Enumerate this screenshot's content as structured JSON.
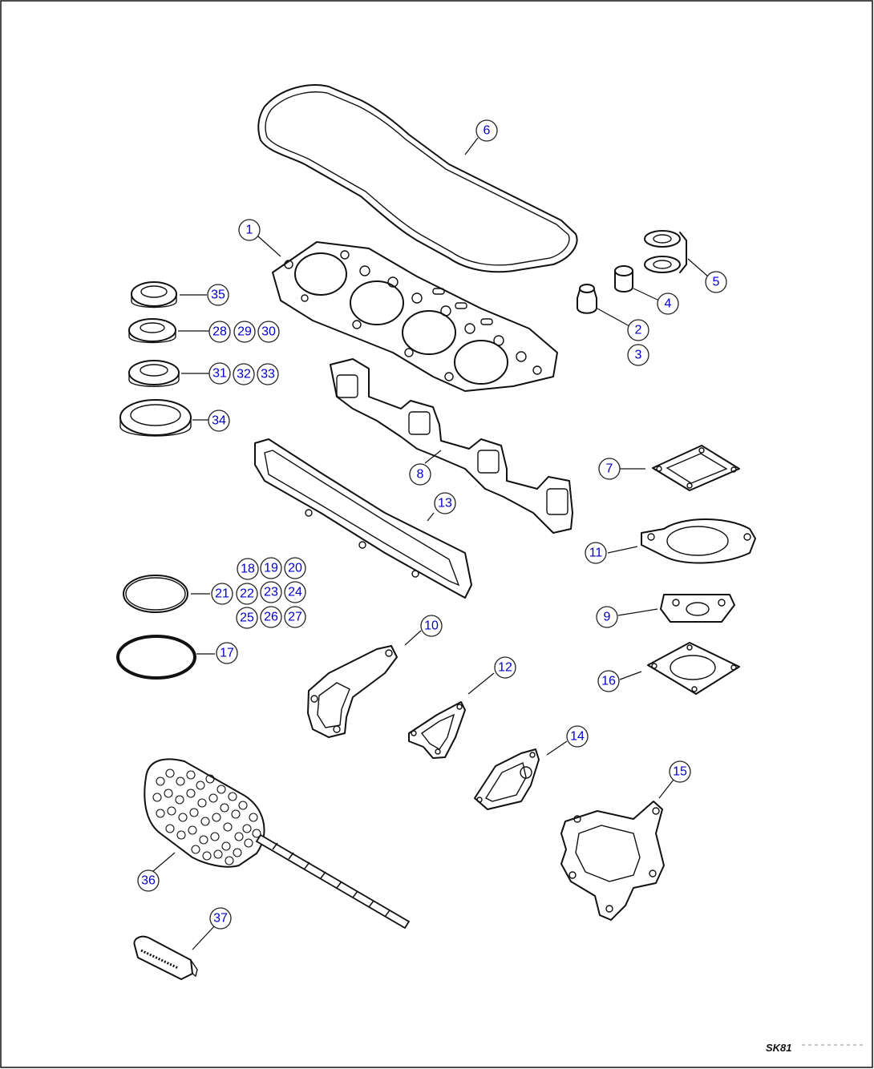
{
  "diagram": {
    "ref_code": "SK81",
    "callouts": [
      "1",
      "2",
      "3",
      "4",
      "5",
      "6",
      "7",
      "8",
      "9",
      "10",
      "11",
      "12",
      "13",
      "14",
      "15",
      "16",
      "17",
      "18",
      "19",
      "20",
      "21",
      "22",
      "23",
      "24",
      "25",
      "26",
      "27",
      "28",
      "29",
      "30",
      "31",
      "32",
      "33",
      "34",
      "35",
      "36",
      "37"
    ]
  },
  "colors": {
    "callout_text": "#0000cc",
    "line": "#111111",
    "background": "#ffffff"
  }
}
